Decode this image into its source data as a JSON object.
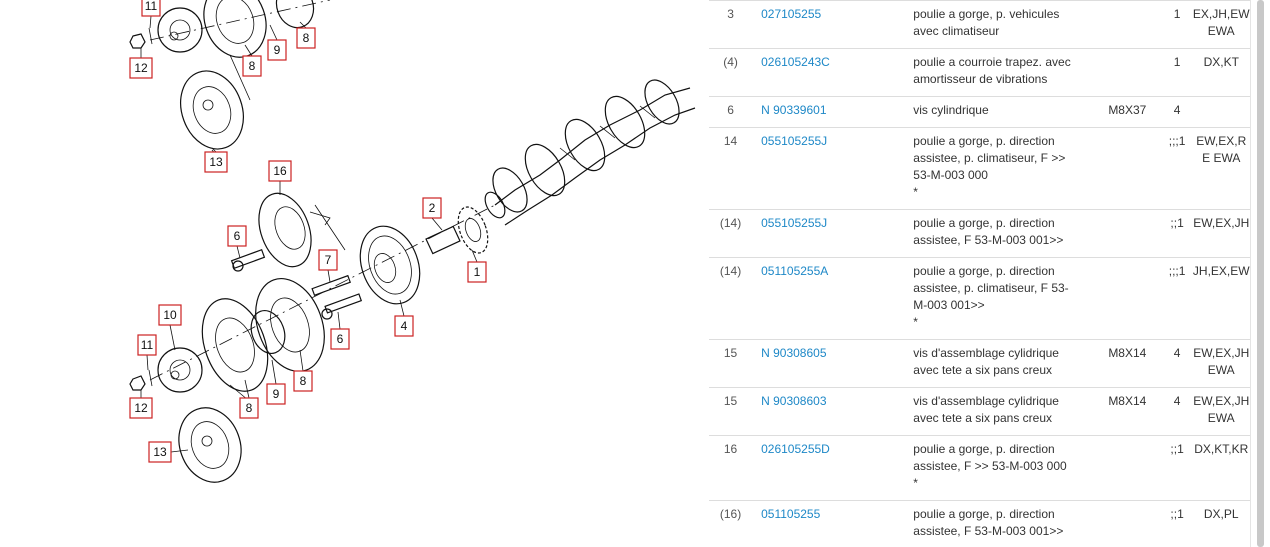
{
  "diagram": {
    "callouts": [
      {
        "n": "11"
      },
      {
        "n": "12"
      },
      {
        "n": "9"
      },
      {
        "n": "8"
      },
      {
        "n": "8"
      },
      {
        "n": "13"
      },
      {
        "n": "16"
      },
      {
        "n": "6"
      },
      {
        "n": "2"
      },
      {
        "n": "1"
      },
      {
        "n": "7"
      },
      {
        "n": "4"
      },
      {
        "n": "6"
      },
      {
        "n": "10"
      },
      {
        "n": "11"
      },
      {
        "n": "12"
      },
      {
        "n": "8"
      },
      {
        "n": "9"
      },
      {
        "n": "8"
      },
      {
        "n": "13"
      }
    ]
  },
  "parts": {
    "rows": [
      {
        "pos": "3",
        "number": "027105255",
        "desc": [
          "poulie a gorge, p. vehicules",
          "avec climatiseur"
        ],
        "remark": "",
        "qty": "1",
        "models": "EX,JH,EW EWA"
      },
      {
        "pos": "(4)",
        "number": "026105243C",
        "desc": [
          "poulie a courroie trapez. avec",
          "amortisseur de vibrations"
        ],
        "remark": "",
        "qty": "1",
        "models": "DX,KT"
      },
      {
        "pos": "6",
        "number": "N 90339601",
        "desc": [
          "vis cylindrique"
        ],
        "remark": "M8X37",
        "qty": "4",
        "models": ""
      },
      {
        "pos": "14",
        "number": "055105255J",
        "desc": [
          "poulie a gorge, p. direction",
          "assistee, p. climatiseur, F >>",
          "53-M-003 000",
          "*"
        ],
        "remark": "",
        "qty": ";;;1",
        "models": "EW,EX,RE EWA"
      },
      {
        "pos": "(14)",
        "number": "055105255J",
        "desc": [
          "poulie a gorge, p. direction",
          "assistee, F 53-M-003 001>>"
        ],
        "remark": "",
        "qty": ";;1",
        "models": "EW,EX,JH"
      },
      {
        "pos": "(14)",
        "number": "051105255A",
        "desc": [
          "poulie a gorge, p. direction",
          "assistee, p. climatiseur, F 53-",
          "M-003 001>>",
          "*"
        ],
        "remark": "",
        "qty": ";;;1",
        "models": "JH,EX,EW"
      },
      {
        "pos": "15",
        "number": "N 90308605",
        "desc": [
          "vis d'assemblage cylidrique",
          "avec tete a six pans creux"
        ],
        "remark": "M8X14",
        "qty": "4",
        "models": "EW,EX,JH EWA"
      },
      {
        "pos": "15",
        "number": "N 90308603",
        "desc": [
          "vis d'assemblage cylidrique",
          "avec tete a six pans creux"
        ],
        "remark": "M8X14",
        "qty": "4",
        "models": "EW,EX,JH EWA"
      },
      {
        "pos": "16",
        "number": "026105255D",
        "desc": [
          "poulie a gorge, p. direction",
          "assistee, F >> 53-M-003 000",
          "*"
        ],
        "remark": "",
        "qty": ";;1",
        "models": "DX,KT,KR"
      },
      {
        "pos": "(16)",
        "number": "051105255",
        "desc": [
          "poulie a gorge, p. direction",
          "assistee, F 53-M-003 001>>"
        ],
        "remark": "",
        "qty": ";;1",
        "models": "DX,PL"
      }
    ]
  }
}
